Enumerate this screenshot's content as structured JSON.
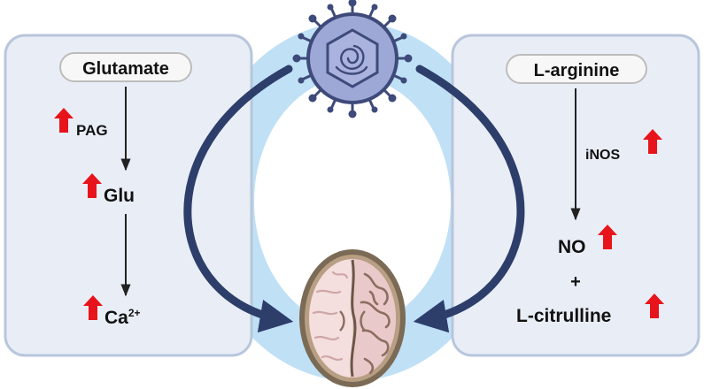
{
  "left_panel": {
    "title": "Glutamate",
    "steps": [
      "PAG",
      "Glu",
      "Ca"
    ],
    "ca_superscript": "2+"
  },
  "right_panel": {
    "title": "L-arginine",
    "enzyme": "iNOS",
    "product_1": "NO",
    "plus": "+",
    "product_2": "L-citrulline"
  },
  "colors": {
    "panel_fill": "#e9eef6",
    "panel_stroke": "#b8c6dc",
    "ring": "#bfe0f5",
    "arrow": "#2d3e6b",
    "up_arrow": "#e8141c"
  },
  "icons": [
    "virus-icon",
    "brain-icon",
    "up-arrow-icon"
  ]
}
